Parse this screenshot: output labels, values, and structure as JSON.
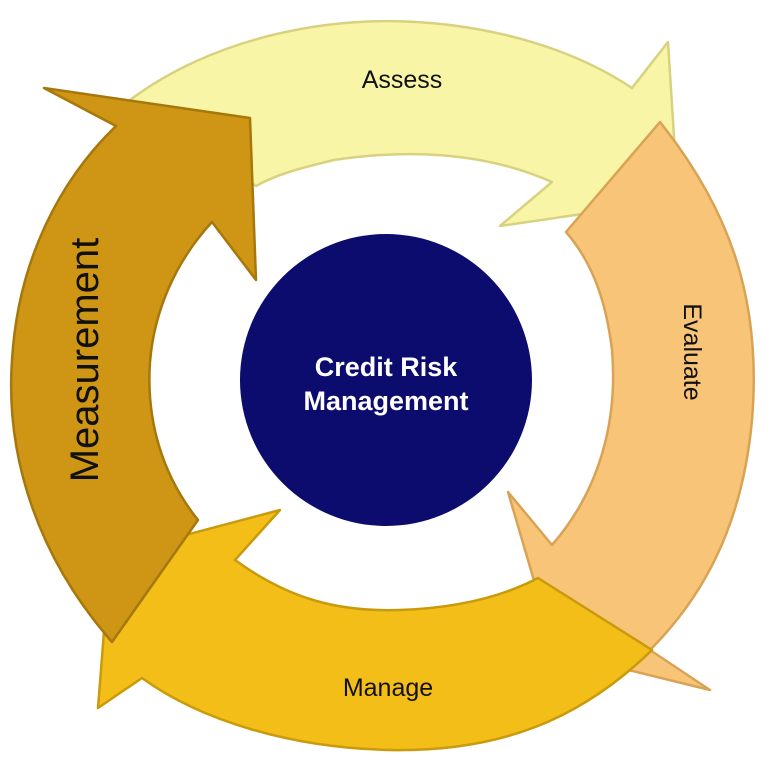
{
  "center": {
    "line1": "Credit Risk",
    "line2": "Management",
    "color": "#0c0c6e"
  },
  "segments": [
    {
      "id": "assess",
      "label": "Assess",
      "fill": "#f8f6a6",
      "stroke": "#d8d280"
    },
    {
      "id": "evaluate",
      "label": "Evaluate",
      "fill": "#f8c477",
      "stroke": "#d9a355"
    },
    {
      "id": "manage",
      "label": "Manage",
      "fill": "#f4be18",
      "stroke": "#c99a0c"
    },
    {
      "id": "measurement",
      "label": "Measurement",
      "fill": "#cf9514",
      "stroke": "#a6770c"
    }
  ]
}
